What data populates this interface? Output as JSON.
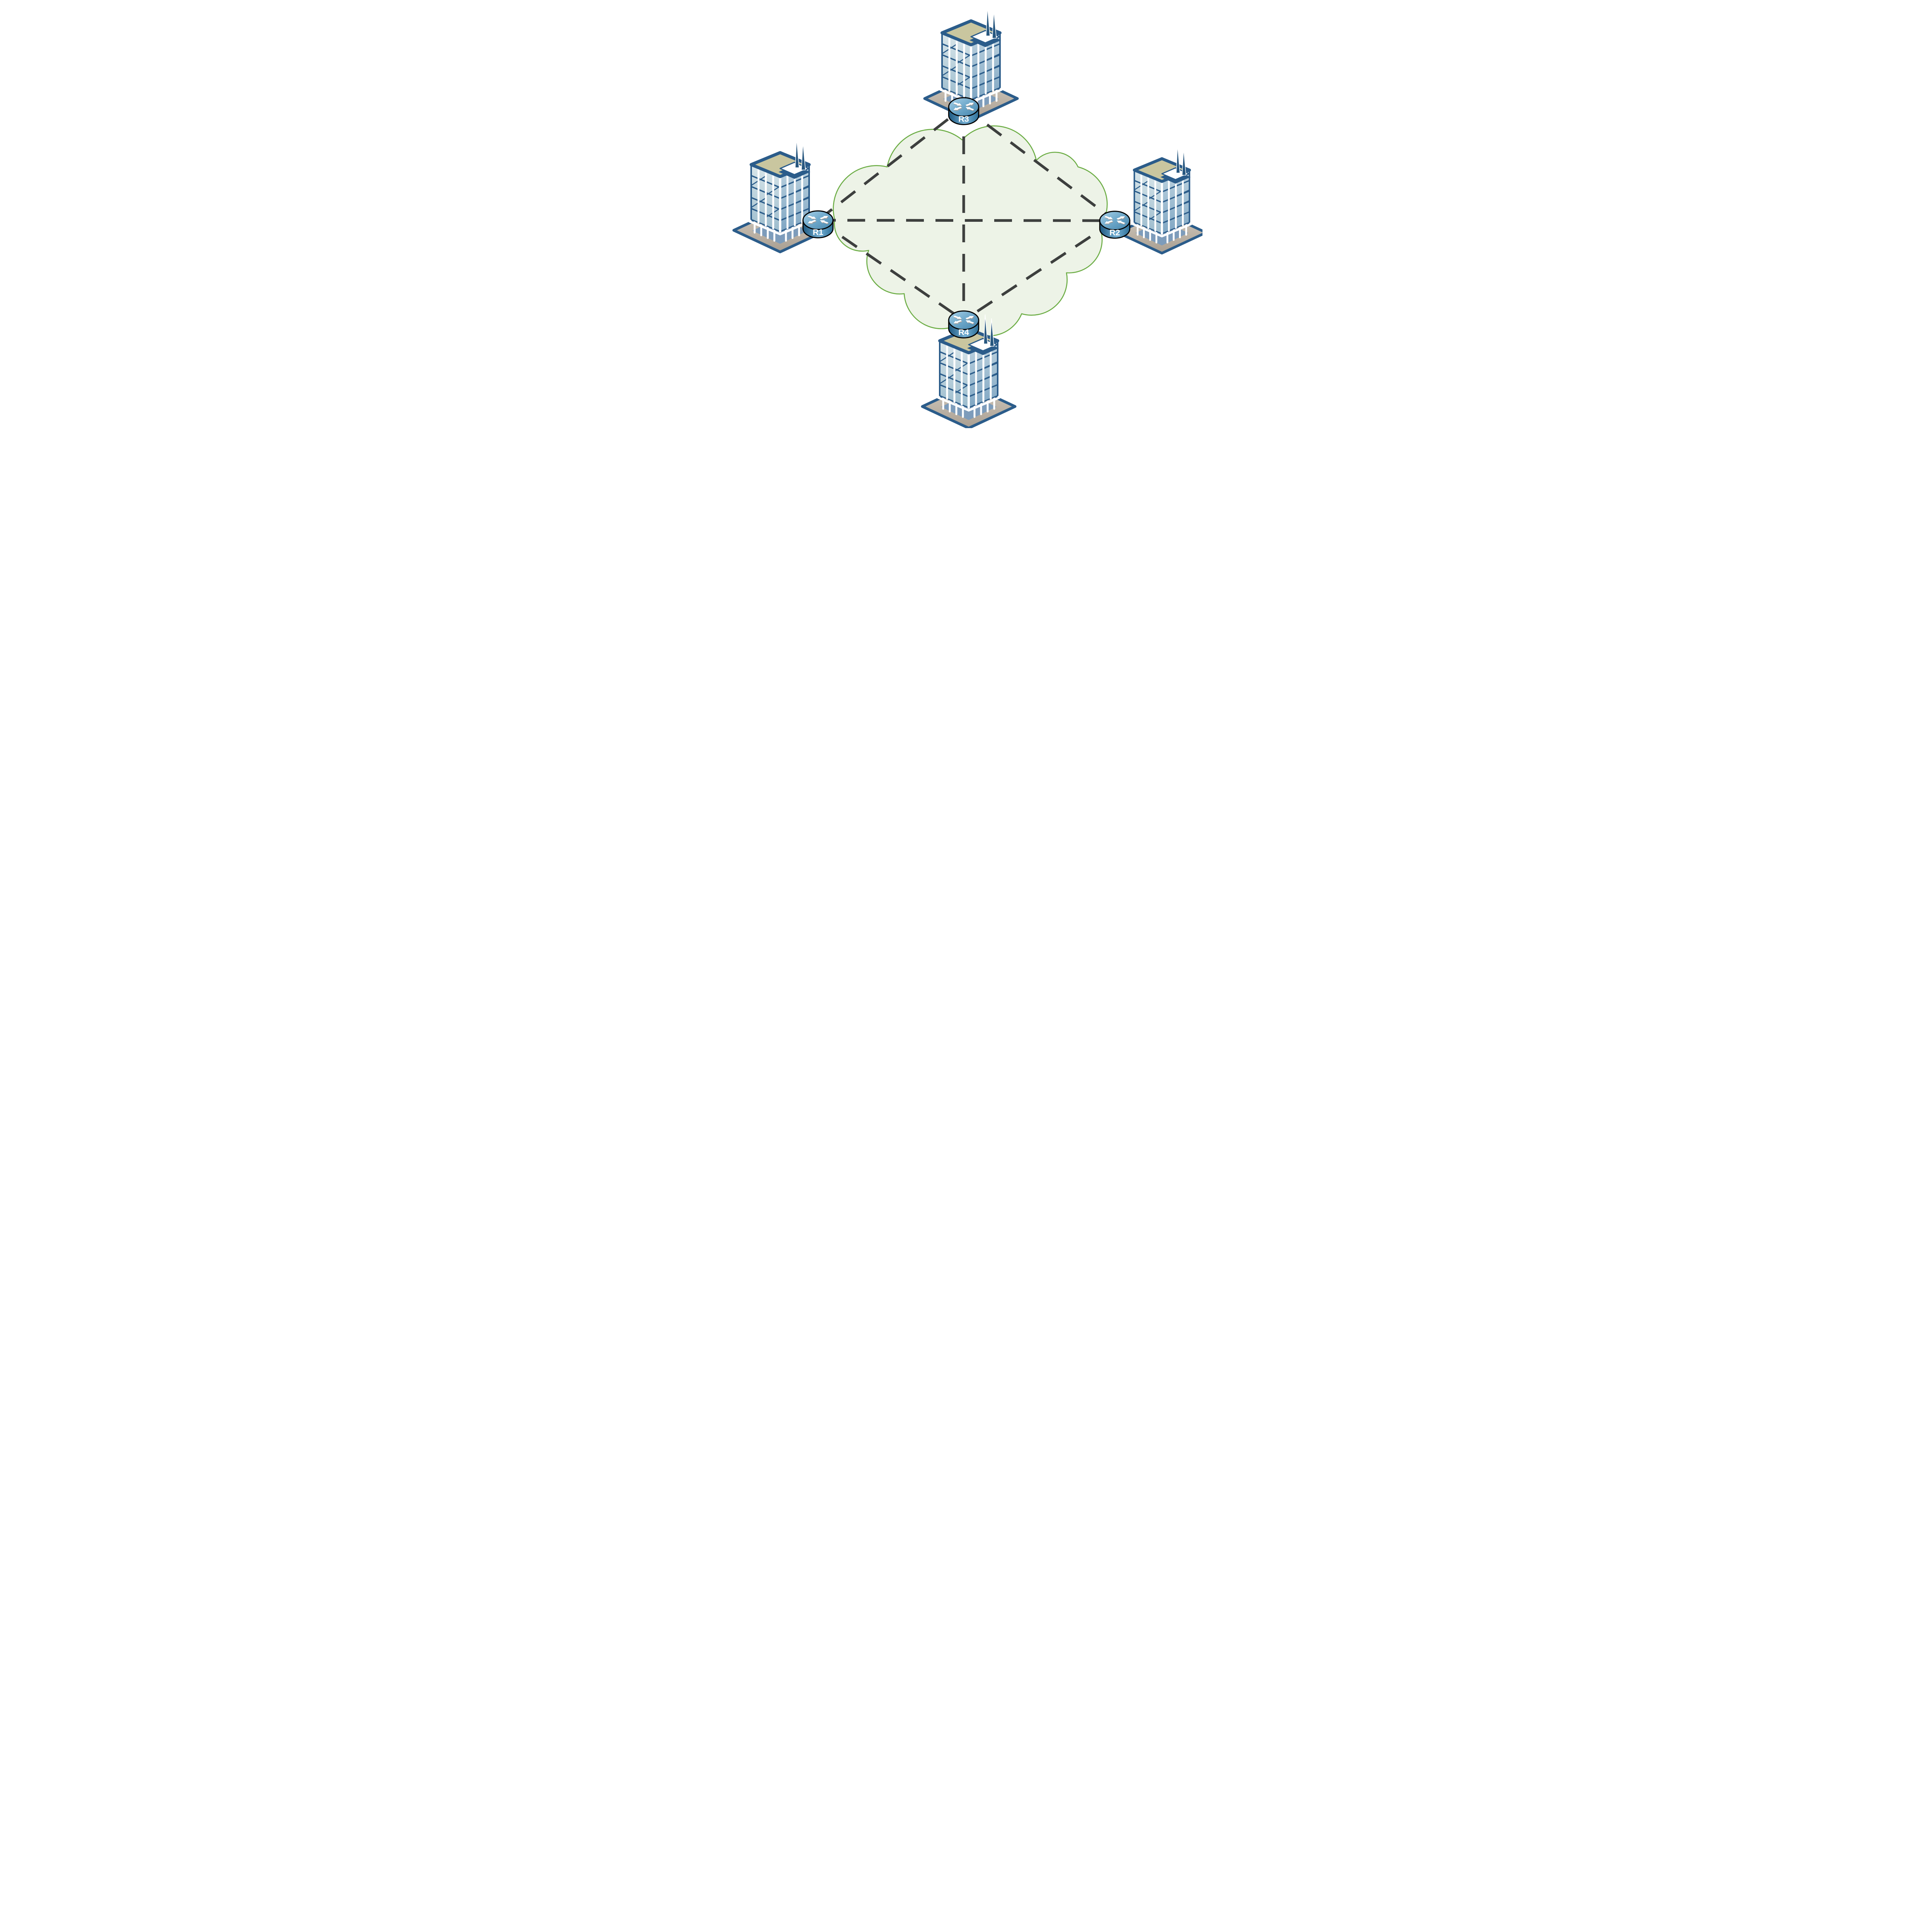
{
  "diagram": {
    "type": "network-topology-full-mesh",
    "routers": [
      {
        "id": "R1",
        "label": "R1",
        "position": "left",
        "device": "router"
      },
      {
        "id": "R2",
        "label": "R2",
        "position": "right",
        "device": "router"
      },
      {
        "id": "R3",
        "label": "R3",
        "position": "top",
        "device": "router"
      },
      {
        "id": "R4",
        "label": "R4",
        "position": "bottom",
        "device": "router"
      }
    ],
    "links": [
      {
        "from": "R1",
        "to": "R3",
        "style": "dashed"
      },
      {
        "from": "R1",
        "to": "R2",
        "style": "dashed"
      },
      {
        "from": "R1",
        "to": "R4",
        "style": "dashed"
      },
      {
        "from": "R3",
        "to": "R2",
        "style": "dashed"
      },
      {
        "from": "R3",
        "to": "R4",
        "style": "dashed"
      },
      {
        "from": "R2",
        "to": "R4",
        "style": "dashed"
      }
    ],
    "cloud": {
      "kind": "wan-cloud",
      "fill": "#EDF3E7",
      "stroke": "#6CAD45"
    },
    "buildings": [
      {
        "position": "top",
        "attached_router": "R3"
      },
      {
        "position": "left",
        "attached_router": "R1"
      },
      {
        "position": "right",
        "attached_router": "R2"
      },
      {
        "position": "bottom",
        "attached_router": "R4"
      }
    ],
    "colors": {
      "link_dash": "#3D3F3E",
      "router_top": "#7FB6D6",
      "router_side": "#2F6D96",
      "building_frame": "#2B5C8A",
      "building_glass_light": "#CFE0E6",
      "building_glass_dark": "#7FA6C3",
      "roof": "#C9C6A0",
      "ground": "#B8AEA1",
      "ground_inner": "#7D9CBB"
    }
  }
}
